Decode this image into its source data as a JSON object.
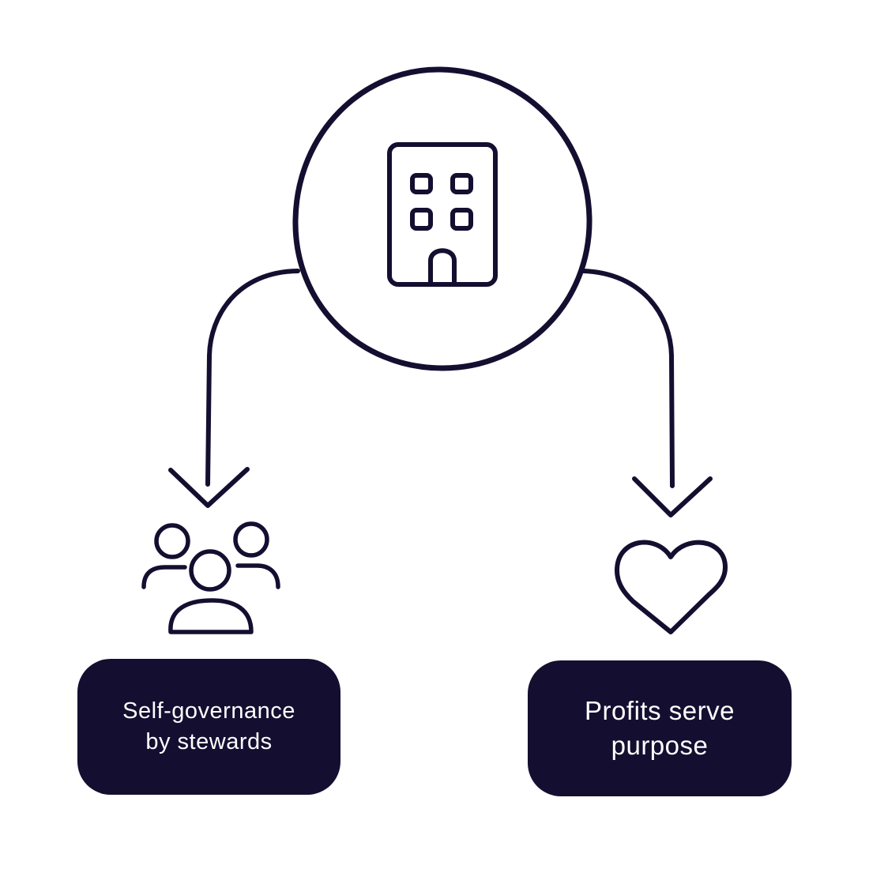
{
  "colors": {
    "ink": "#140f30",
    "background": "#ffffff",
    "box_text": "#ffffff"
  },
  "nodes": {
    "center": {
      "icon": "office-building-icon"
    },
    "left": {
      "icon": "group-people-icon",
      "label_lines": [
        "Self-governance",
        "by stewards"
      ]
    },
    "right": {
      "icon": "heart-icon",
      "label_lines": [
        "Profits serve",
        "purpose"
      ]
    }
  }
}
